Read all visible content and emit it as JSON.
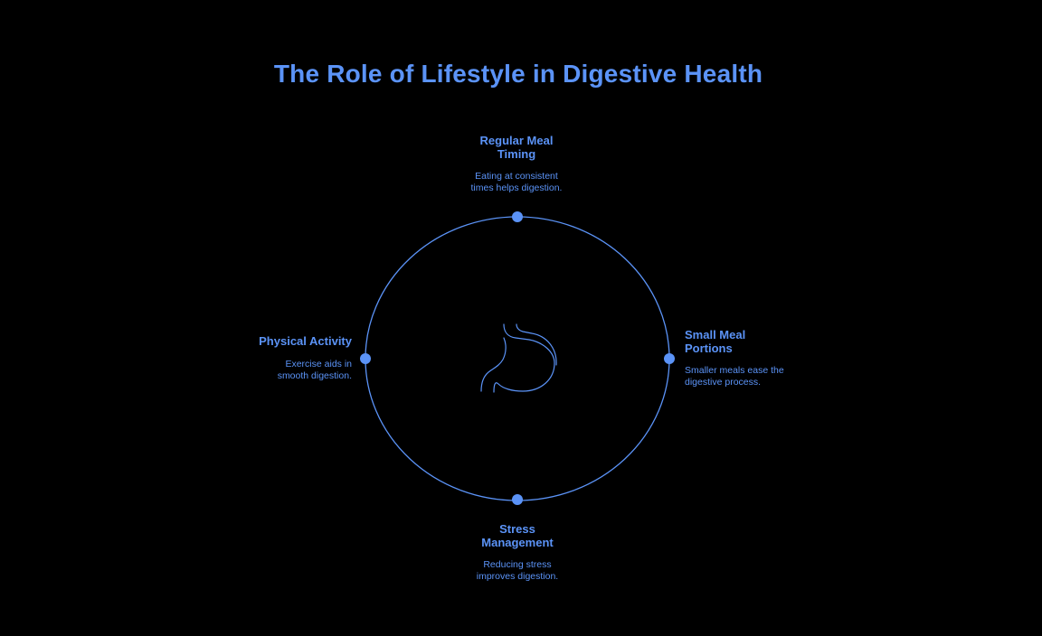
{
  "title": "The Role of Lifestyle in Digestive Health",
  "center_icon": "stomach-icon",
  "accent_color": "#5b93f7",
  "background_color": "#000000",
  "nodes": {
    "top": {
      "title_lines": [
        "Regular Meal",
        "Timing"
      ],
      "desc_lines": [
        "Eating at consistent",
        "times helps digestion."
      ]
    },
    "right": {
      "title_lines": [
        "Small Meal",
        "Portions"
      ],
      "desc_lines": [
        "Smaller meals ease the",
        "digestive process."
      ]
    },
    "bottom": {
      "title_lines": [
        "Stress",
        "Management"
      ],
      "desc_lines": [
        "Reducing stress",
        "improves digestion."
      ]
    },
    "left": {
      "title_lines": [
        "Physical Activity"
      ],
      "desc_lines": [
        "Exercise aids in",
        "smooth digestion."
      ]
    }
  }
}
